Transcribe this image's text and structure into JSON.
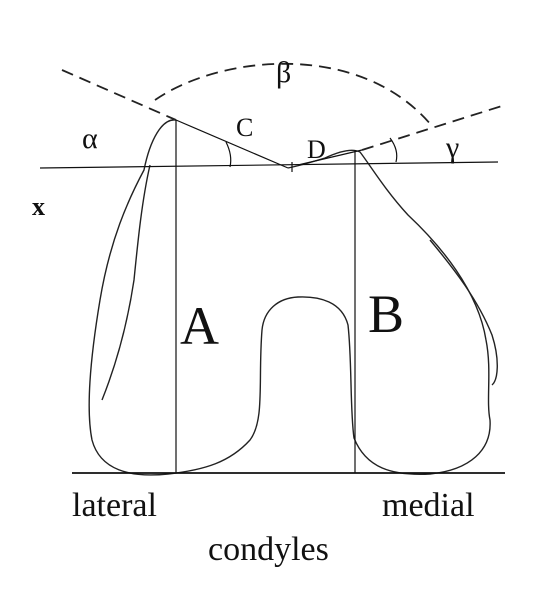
{
  "labels": {
    "alpha": "α",
    "beta": "β",
    "gamma": "γ",
    "point_c": "C",
    "point_d": "D",
    "axis_x": "x",
    "height_a": "A",
    "height_b": "B",
    "lateral": "lateral",
    "medial": "medial",
    "condyles": "condyles"
  }
}
